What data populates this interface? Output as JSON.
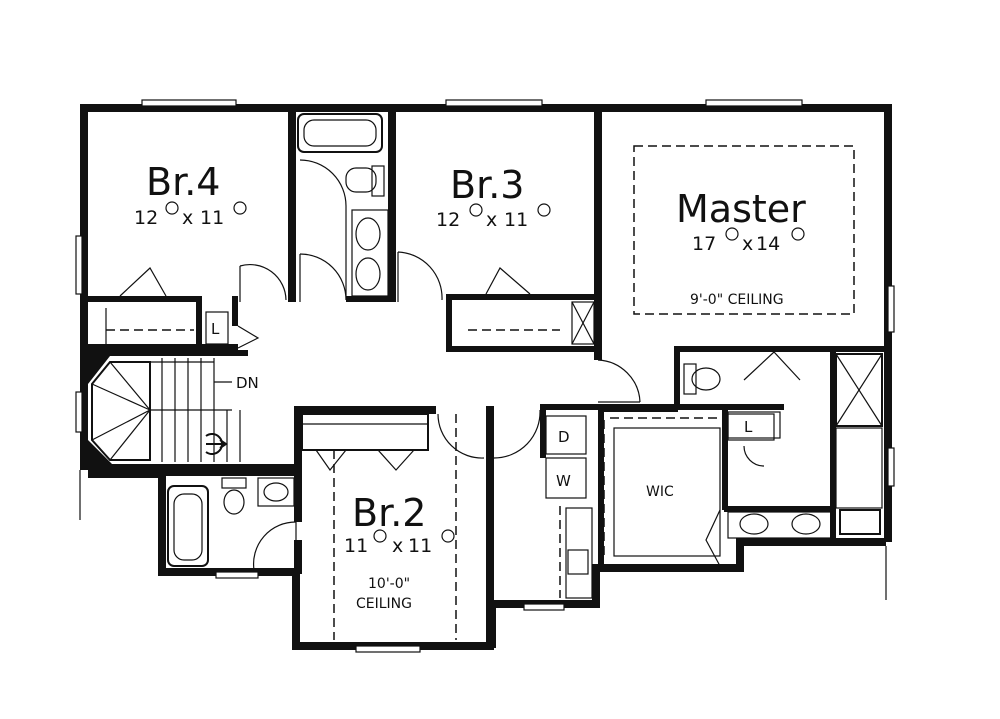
{
  "rooms": {
    "br4": {
      "name": "Br.4",
      "width": "12",
      "depth": "11"
    },
    "br3": {
      "name": "Br.3",
      "width": "12",
      "depth": "11"
    },
    "master": {
      "name": "Master",
      "width": "17",
      "depth": "14",
      "ceiling": "9'-0\" CEILING"
    },
    "br2": {
      "name": "Br.2",
      "width": "11",
      "depth": "11",
      "ceiling_line1": "10'-0\"",
      "ceiling_line2": "CEILING"
    }
  },
  "dim_separator": "x",
  "labels": {
    "stairs_down": "DN",
    "linen_left": "L",
    "linen_right": "L",
    "dryer": "D",
    "washer": "W",
    "walk_in_closet": "WIC"
  },
  "colors": {
    "ink": "#111111",
    "paper": "#ffffff"
  }
}
